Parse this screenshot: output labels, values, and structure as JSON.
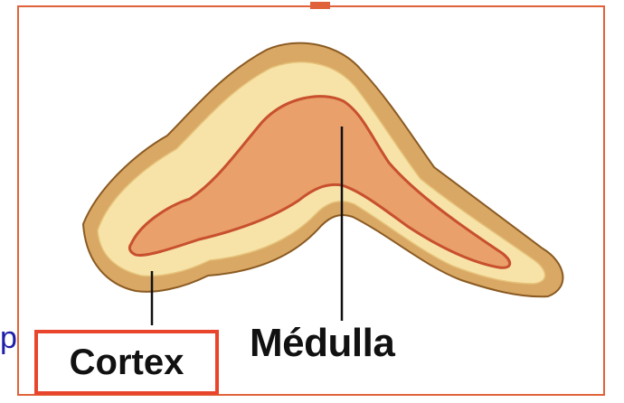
{
  "labels": {
    "cortex": "Cortex",
    "medulla": "Médulla",
    "left_edge_fragment": "p"
  },
  "colors": {
    "frame_border": "#e0623a",
    "cortex_box_border": "#e8452c",
    "capsule": "#d9a865",
    "cortex_fill": "#f7e3a8",
    "medulla_fill": "#e9a06a",
    "medulla_outline": "#c8502e",
    "fragment_text": "#1f1fa8"
  }
}
